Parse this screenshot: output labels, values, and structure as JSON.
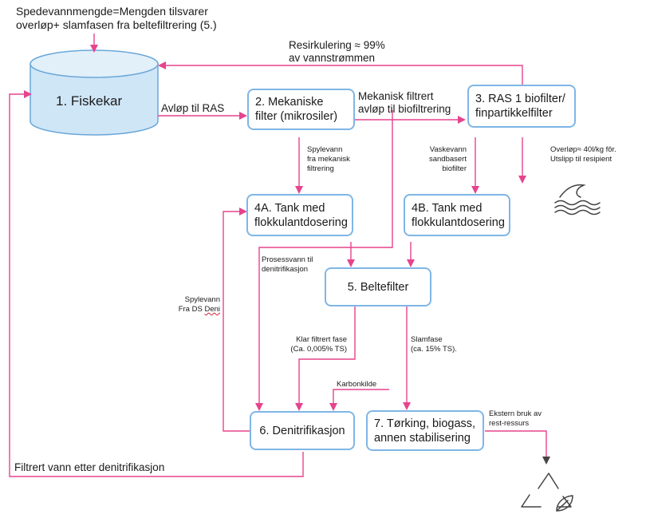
{
  "colors": {
    "arrow": "#e6448d",
    "box_border": "#7fb6e6",
    "tank_fill": "#cfe6f7",
    "tank_stroke": "#6aa7d8",
    "icon": "#444444"
  },
  "tank": {
    "label": "1. Fiskekar"
  },
  "top_note": "Spedevannmengde=Mengden tilsvarer\noverløp+ slamfasen fra beltefiltrering (5.)",
  "boxes": {
    "mech_filter": "2. Mekaniske\nfilter (mikrosiler)",
    "ras_biofilter": "3. RAS 1 biofilter/\nfinpartikkelfilter",
    "tank_4a": "4A. Tank med\nflokkulantdosering",
    "tank_4b": "4B. Tank med\nflokkulantdosering",
    "beltefilter": "5. Beltefilter",
    "denitrifikasjon": "6. Denitrifikasjon",
    "torking": "7. Tørking, biogass,\nannen stabilisering"
  },
  "labels": {
    "resirkulering": "Resirkulering ≈ 99%\nav vannstrømmen",
    "avlop_ras": "Avløp til RAS",
    "mek_filtrert": "Mekanisk filtrert\navløp til biofiltrering",
    "spylevann_mek": "Spylevann\nfra mekanisk\nfiltrering",
    "vaskevann": "Vaskevann\nsandbasert\nbiofilter",
    "overlop": "Overløp≈ 40l/kg fôr.\nUtslipp til resipient",
    "prosessvann": "Prosessvann til\ndenitrifikasjon",
    "spylevann_ds": "Spylevann\nFra DS ",
    "spylevann_ds_deni": "Deni",
    "klar_fase": "Klar filtrert fase\n(Ca. 0,005% TS)",
    "slamfase": "Slamfase\n(ca. 15% TS).",
    "karbonkilde": "Karbonkilde",
    "ekstern": "Ekstern bruk av\nrest-ressurs",
    "filtrert_vann": "Filtrert vann etter denitrifikasjon"
  },
  "icons": {
    "discharge": "waves-icon",
    "reuse": "recycle-leaf-icon"
  }
}
